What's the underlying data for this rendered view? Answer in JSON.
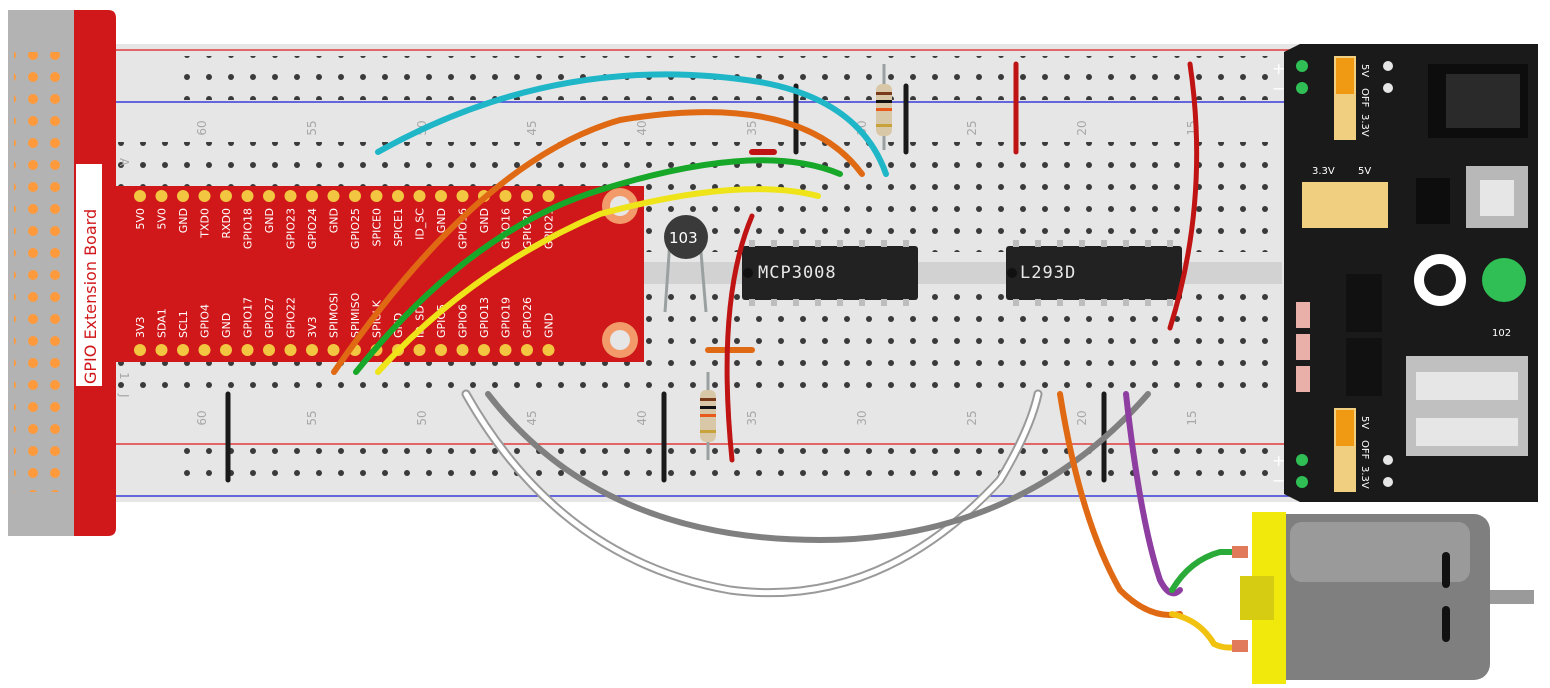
{
  "gpio_board": {
    "title": "GPIO Extension Board",
    "top_pins": [
      "5V0",
      "5V0",
      "GND",
      "TXD0",
      "RXD0",
      "GPIO18",
      "GND",
      "GPIO23",
      "GPIO24",
      "GND",
      "GPIO25",
      "SPICE0",
      "SPICE1",
      "ID_SC",
      "GND",
      "GPIO16",
      "GND",
      "GPIO16",
      "GPIO20",
      "GPIO21"
    ],
    "bottom_pins": [
      "3V3",
      "SDA1",
      "SCL1",
      "GPIO4",
      "GND",
      "GPIO17",
      "GPIO27",
      "GPIO22",
      "3V3",
      "SPIMOSI",
      "SPIMISO",
      "SPICLK",
      "GND",
      "ID_SD",
      "GPIO5",
      "GPIO6",
      "GPIO13",
      "GPIO19",
      "GPIO26",
      "GND"
    ]
  },
  "breadboard": {
    "column_numbers": [
      "60",
      "55",
      "50",
      "45",
      "40",
      "35",
      "30",
      "25",
      "20",
      "15"
    ],
    "row_letters": [
      "A",
      "J"
    ],
    "row_numbers": [
      "1"
    ]
  },
  "chips": [
    {
      "label": "MCP3008"
    },
    {
      "label": "L293D"
    }
  ],
  "thermistor": {
    "label": "103"
  },
  "power_module": {
    "plus_sign": "+",
    "minus_sign": "−",
    "jumper_5v": "5V",
    "jumper_off": "OFF",
    "jumper_33v": "3.3V",
    "header_33v": "3.3V",
    "header_5v": "5V",
    "pot_label": "102"
  },
  "colors": {
    "board_red": "#d0181a",
    "breadboard": "#e6e6e6",
    "power_module": "#1a1a1a",
    "motor_yellow": "#f2e90c",
    "motor_body": "#7f7f7f"
  }
}
